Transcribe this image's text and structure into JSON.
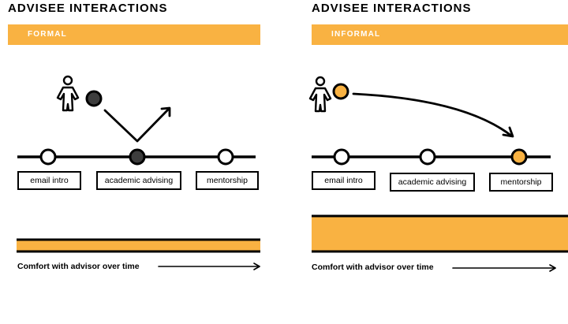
{
  "colors": {
    "accent": "#f9b242",
    "node_dark": "#3d3d3d",
    "node_empty": "#ffffff",
    "line": "#000000"
  },
  "panels": [
    {
      "id": "formal",
      "title": "ADVISEE INTERACTIONS",
      "banner": "FORMAL",
      "stages": [
        "email intro",
        "academic advising",
        "mentorship"
      ],
      "entry_stage": "academic advising",
      "comfort_label": "Comfort with advisor over time",
      "comfort_level": "low"
    },
    {
      "id": "informal",
      "title": "ADVISEE INTERACTIONS",
      "banner": "INFORMAL",
      "stages": [
        "email intro",
        "academic advising",
        "mentorship"
      ],
      "entry_stage": "mentorship",
      "comfort_label": "Comfort with advisor over time",
      "comfort_level": "high"
    }
  ]
}
